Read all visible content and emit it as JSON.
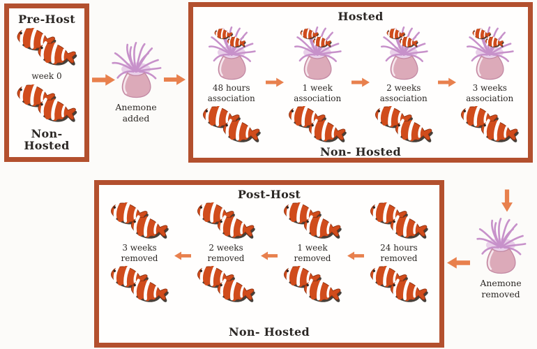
{
  "colors": {
    "panel_border": "#b3502e",
    "arrow": "#e8804d",
    "fish_body": "#d04c1c",
    "fish_outline": "#8c2f0e",
    "anemone_tentacle": "#c791ca",
    "anemone_body": "#dcaab9",
    "text": "#2b2724",
    "background": "#fcfbf9"
  },
  "pre_host": {
    "title": "Pre-Host",
    "week_label": "week 0",
    "bottom_label": "Non- Hosted"
  },
  "anemone_added": {
    "line1": "Anemone",
    "line2": "added"
  },
  "hosted": {
    "title": "Hosted",
    "bottom_label": "Non- Hosted",
    "stages": [
      {
        "line1": "48 hours",
        "line2": "association"
      },
      {
        "line1": "1 week",
        "line2": "association"
      },
      {
        "line1": "2 weeks",
        "line2": "association"
      },
      {
        "line1": "3 weeks",
        "line2": "association"
      }
    ]
  },
  "anemone_removed": {
    "line1": "Anemone",
    "line2": "removed"
  },
  "post_host": {
    "title": "Post-Host",
    "bottom_label": "Non- Hosted",
    "stages": [
      {
        "line1": "3 weeks",
        "line2": "removed"
      },
      {
        "line1": "2 weeks",
        "line2": "removed"
      },
      {
        "line1": "1 week",
        "line2": "removed"
      },
      {
        "line1": "24 hours",
        "line2": "removed"
      }
    ]
  }
}
